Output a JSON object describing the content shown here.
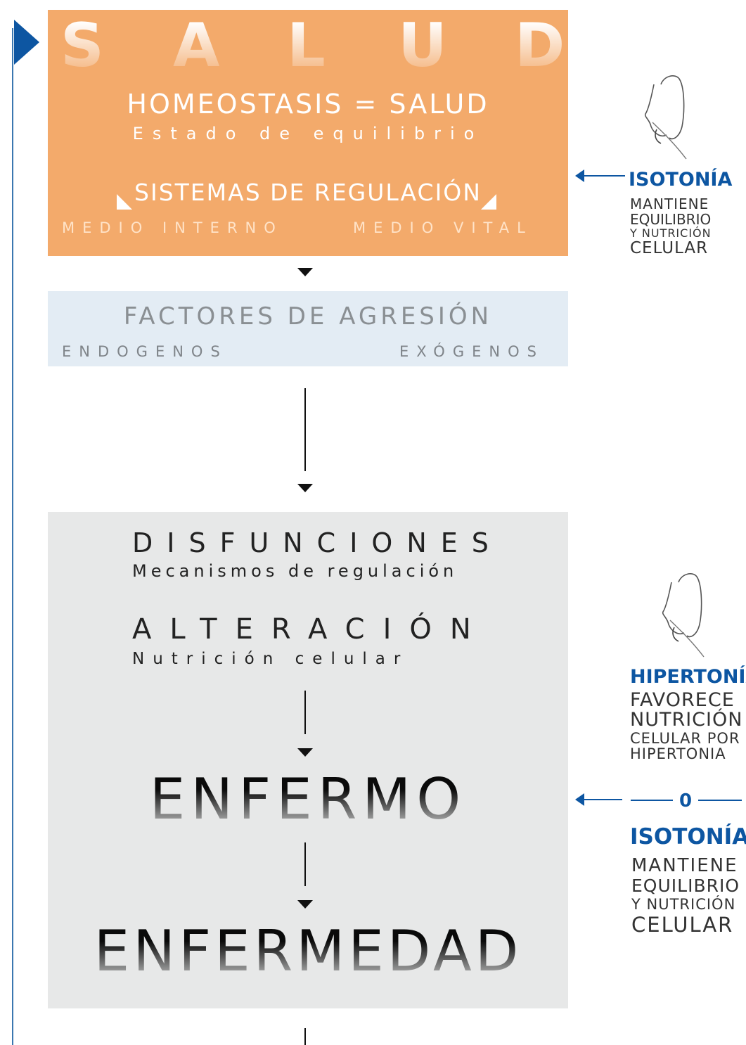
{
  "salud": {
    "title_letters": [
      "S",
      "A",
      "L",
      "U",
      "D"
    ],
    "homeostasis": "HOMEOSTASIS = SALUD",
    "estado": "Estado de equilibrio",
    "sistemas": "SISTEMAS DE REGULACIÓN",
    "medio_interno": "MEDIO INTERNO",
    "medio_vital": "MEDIO VITAL"
  },
  "factores": {
    "title": "FACTORES DE AGRESIÓN",
    "endogenos": "ENDOGENOS",
    "exogenos": "EXÓGENOS"
  },
  "disfunciones": {
    "title": "DISFUNCIONES",
    "subtitle": "Mecanismos de regulación"
  },
  "alteracion": {
    "title": "ALTERACIÓN",
    "subtitle": "Nutrición celular"
  },
  "enfermo": "ENFERMO",
  "enfermedad": "ENFERMEDAD",
  "side_top": {
    "heading": "ISOTONÍA",
    "line1": "MANTIENE",
    "line2": "EQUILIBRIO",
    "line3": "Y NUTRICIÓN",
    "line4": "CELULAR"
  },
  "side_bottom": {
    "heading1": "HIPERTONÍA",
    "h_line1": "FAVORECE",
    "h_line2": "NUTRICIÓN",
    "h_line3": "CELULAR POR",
    "h_line4": "HIPERTONIA",
    "separator": "0",
    "heading2": "ISOTONÍA",
    "i_line1": "MANTIENE",
    "i_line2": "EQUILIBRIO",
    "i_line3": "Y NUTRICIÓN",
    "i_line4": "CELULAR"
  },
  "colors": {
    "orange": "#f3aa6b",
    "light_blue": "#e3ecf4",
    "grey": "#e7e8e8",
    "accent_blue": "#0d56a2"
  },
  "icons": [
    "left-marker-triangle",
    "silhouette-figure-icon",
    "arrow-left-icon",
    "arrow-down-icon"
  ]
}
